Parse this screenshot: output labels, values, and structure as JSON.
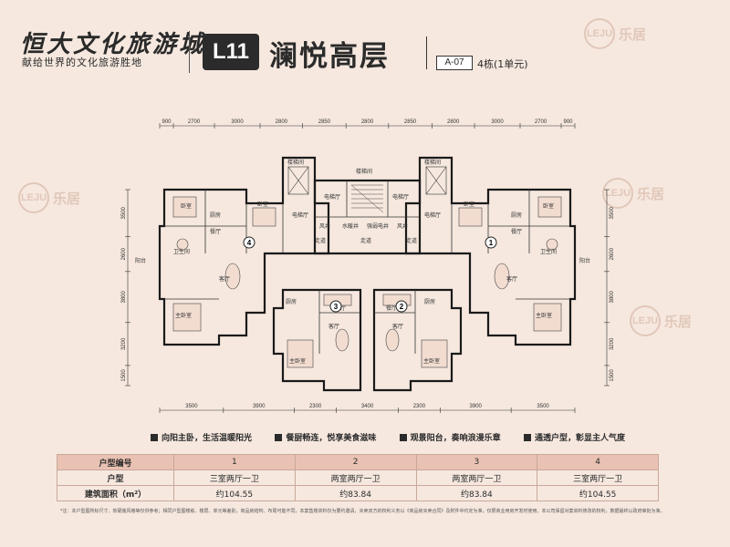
{
  "brand": {
    "title": "恒大文化旅游城",
    "slogan": "献给世界的文化旅游胜地"
  },
  "unit": {
    "code": "L11",
    "name": "澜悦高层",
    "ref_code": "A-07",
    "building": "4栋(1单元)"
  },
  "watermark": {
    "logo_text": "LEJU",
    "text": "乐居"
  },
  "dimensions": {
    "top": [
      "900",
      "2700",
      "3000",
      "2800",
      "2850",
      "2800",
      "2850",
      "2800",
      "3000",
      "2700",
      "900"
    ],
    "bottom": [
      "3500",
      "3900",
      "2300",
      "3400",
      "2300",
      "3900",
      "3500"
    ],
    "left": [
      "3500",
      "2600",
      "3800",
      "3200",
      "1500"
    ],
    "right": [
      "3500",
      "2600",
      "3800",
      "3200",
      "1500"
    ]
  },
  "floorplan": {
    "rooms": {
      "bedroom": "卧室",
      "master_bedroom": "主卧室",
      "living": "客厅",
      "dining": "餐厅",
      "kitchen": "厨房",
      "bath": "卫生间",
      "balcony": "阳台",
      "stairs": "楼梯间",
      "elevator_hall": "电梯厅",
      "shaft": "风井",
      "water_shaft": "水暖井",
      "strong_weak": "强弱电井",
      "corridor": "走道"
    },
    "unit_numbers": [
      "1",
      "2",
      "3",
      "4"
    ]
  },
  "features": [
    "向阳主卧，生活温暖阳光",
    "餐厨畅连，悦享美食滋味",
    "观景阳台，奏响浪漫乐章",
    "通透户型，彰显主人气度"
  ],
  "table": {
    "header": {
      "label": "户型编号",
      "values": [
        "1",
        "2",
        "3",
        "4"
      ]
    },
    "rows": [
      {
        "label": "户型",
        "values": [
          "三室两厅一卫",
          "两室两厅一卫",
          "两室两厅一卫",
          "三室两厅一卫"
        ]
      },
      {
        "label": "建筑面积（m²）",
        "values": [
          "约104.55",
          "约83.84",
          "约83.84",
          "约104.55"
        ]
      }
    ]
  },
  "footnote": "*注：本户型图所标尺寸、软硬装风格等仅供参考；相同户型图楼栋、楼层、单元等差别，商品房结构、布局可能不同，本案售楼资料仅为要约邀请，买卖双方的权利义务以《商品房买卖合同》及附件中约定为准，仅限商业用房开发时使用，本公司保留对案资料修改的权利，数据最终以政府审批为准。"
}
